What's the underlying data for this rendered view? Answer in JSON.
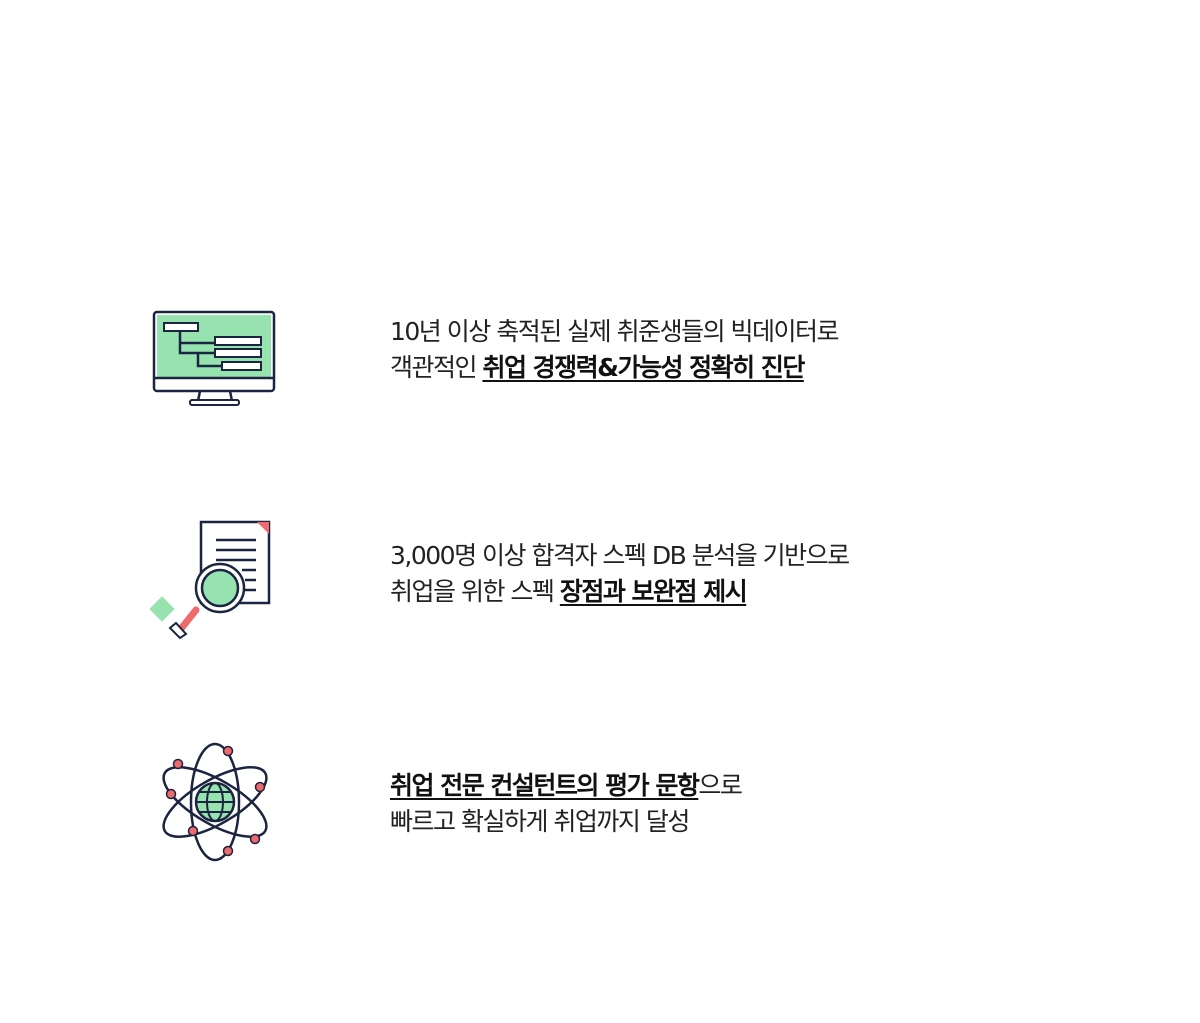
{
  "features": [
    {
      "line1": "10년 이상 축적된 실제 취준생들의 빅데이터로",
      "line2_pre": "객관적인 ",
      "line2_bold": "취업 경쟁력&가능성 정확히 진단",
      "line2_post": "",
      "icon": "monitor-chart-icon"
    },
    {
      "line1": "3,000명 이상 합격자 스펙 DB 분석을 기반으로",
      "line2_pre": "취업을 위한 스펙 ",
      "line2_bold": "장점과 보완점 제시",
      "line2_post": "",
      "icon": "document-magnifier-icon"
    },
    {
      "line1_bold": "취업 전문 컨설턴트의 평가 문항",
      "line1_post": "으로",
      "line2": "빠르고 확실하게 취업까지 달성",
      "icon": "atom-globe-icon"
    }
  ],
  "colors": {
    "navy": "#1b2440",
    "green": "#97e3b0",
    "red": "#ef6a6a"
  }
}
